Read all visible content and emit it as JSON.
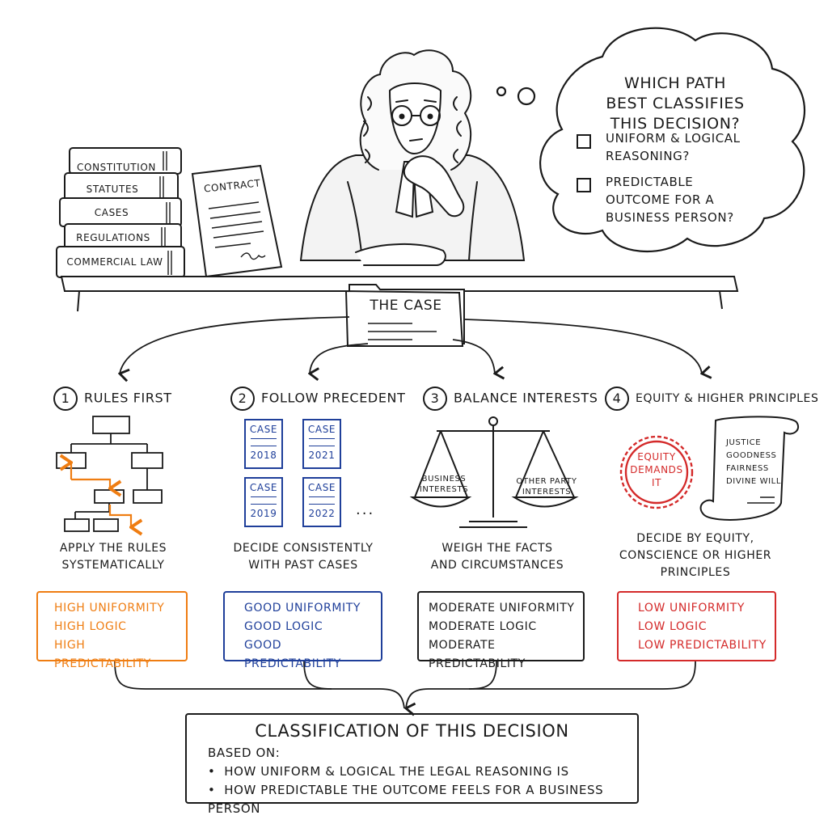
{
  "thought": {
    "question_lines": [
      "WHICH PATH",
      "BEST CLASSIFIES",
      "THIS DECISION?"
    ],
    "options": [
      {
        "lines": [
          "UNIFORM & LOGICAL",
          "REASONING?"
        ]
      },
      {
        "lines": [
          "PREDICTABLE",
          "OUTCOME FOR A",
          "BUSINESS PERSON?"
        ]
      }
    ]
  },
  "books": [
    "CONSTITUTION",
    "STATUTES",
    "CASES",
    "REGULATIONS",
    "COMMERCIAL LAW"
  ],
  "contract_label": "CONTRACT",
  "folder_label": "THE CASE",
  "steps": [
    {
      "number": "1",
      "title": "RULES FIRST",
      "desc_lines": [
        "APPLY THE RULES",
        "SYSTEMATICALLY"
      ],
      "ratings": [
        "HIGH UNIFORMITY",
        "HIGH LOGIC",
        "HIGH PREDICTABILITY"
      ],
      "color": "#ef7d12"
    },
    {
      "number": "2",
      "title": "FOLLOW PRECEDENT",
      "desc_lines": [
        "DECIDE CONSISTENTLY",
        "WITH PAST CASES"
      ],
      "ratings": [
        "GOOD UNIFORMITY",
        "GOOD LOGIC",
        "GOOD PREDICTABILITY"
      ],
      "color": "#1f3f9a"
    },
    {
      "number": "3",
      "title": "BALANCE INTERESTS",
      "desc_lines": [
        "WEIGH THE FACTS",
        "AND CIRCUMSTANCES"
      ],
      "ratings": [
        "MODERATE UNIFORMITY",
        "MODERATE LOGIC",
        "MODERATE PREDICTABILITY"
      ],
      "color": "#1a1a1a"
    },
    {
      "number": "4",
      "title": "EQUITY & HIGHER PRINCIPLES",
      "desc_lines": [
        "DECIDE BY EQUITY,",
        "CONSCIENCE OR HIGHER",
        "PRINCIPLES"
      ],
      "ratings": [
        "LOW UNIFORMITY",
        "LOW LOGIC",
        "LOW PREDICTABILITY"
      ],
      "color": "#d42a2a"
    }
  ],
  "precedent_cases": [
    {
      "label": "CASE",
      "year": "2018"
    },
    {
      "label": "CASE",
      "year": "2021"
    },
    {
      "label": "CASE",
      "year": "2019"
    },
    {
      "label": "CASE",
      "year": "2022"
    }
  ],
  "precedent_more": "...",
  "scale": {
    "left_lines": [
      "BUSINESS",
      "INTERESTS"
    ],
    "right_lines": [
      "OTHER PARTY",
      "INTERESTS"
    ]
  },
  "stamp_lines": [
    "EQUITY",
    "DEMANDS",
    "IT"
  ],
  "scroll_lines": [
    "JUSTICE",
    "GOODNESS",
    "FAIRNESS",
    "DIVINE WILL"
  ],
  "summary": {
    "title": "CLASSIFICATION OF THIS DECISION",
    "based_on": "BASED ON:",
    "bullets": [
      "HOW UNIFORM & LOGICAL THE LEGAL REASONING IS",
      "HOW PREDICTABLE THE OUTCOME FEELS FOR A BUSINESS PERSON"
    ]
  }
}
